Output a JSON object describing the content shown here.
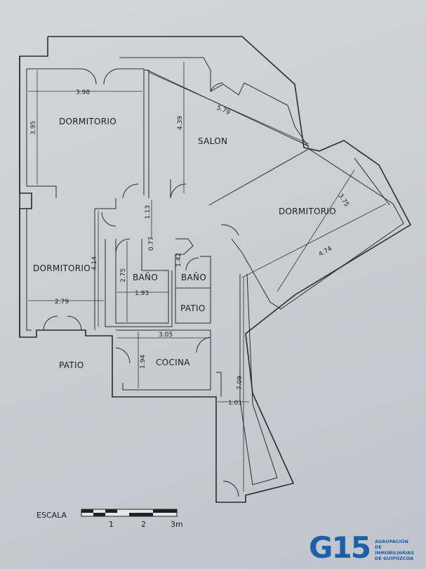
{
  "rooms": {
    "dormitorio_1": "DORMITORIO",
    "salon": "SALON",
    "dormitorio_2": "DORMITORIO",
    "dormitorio_3": "DORMITORIO",
    "bano_1": "BAÑO",
    "bano_2": "BAÑO",
    "patio_small": "PATIO",
    "patio_outer": "PATIO",
    "cocina": "COCINA"
  },
  "dimensions": {
    "d1_width": "3.98",
    "d1_height": "3.95",
    "salon_height": "4.39",
    "salon_diag": "5.79",
    "d2_height": "3.75",
    "d2_width": "4.74",
    "hall_a": "1.13",
    "hall_b": "0.77",
    "hall_c": "1.42",
    "d3_height": "4.14",
    "d3_width": "2.79",
    "bano_height": "2.75",
    "bano_width": "1.93",
    "cocina_width": "3.05",
    "cocina_height": "1.94",
    "corridor_length": "7.09",
    "corridor_width": "1.01"
  },
  "scale": {
    "label": "ESCALA",
    "ticks": [
      "1",
      "2",
      "3m"
    ]
  },
  "logo": {
    "mark": "G15",
    "line1": "AGRUPACIÓN",
    "line2": "DE INMOBILIARIAS",
    "line3": "DE GUIPÚZCOA"
  }
}
